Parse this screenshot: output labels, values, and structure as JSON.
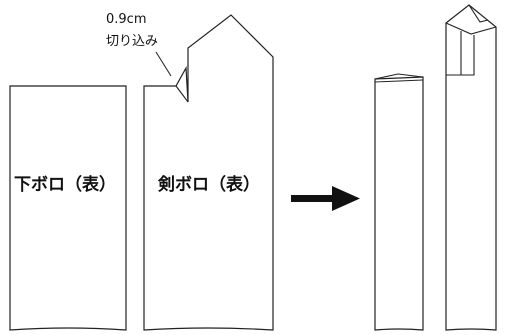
{
  "annotation": {
    "measure": "0.9cm",
    "note": "切り込み"
  },
  "pieces": {
    "lower_placket": {
      "label": "下ボロ（表）"
    },
    "sword_placket": {
      "label": "剣ボロ（表）"
    }
  },
  "colors": {
    "line": "#222222",
    "arrow": "#111111",
    "background": "#ffffff"
  },
  "icons": {
    "arrow": "right-arrow-icon"
  }
}
